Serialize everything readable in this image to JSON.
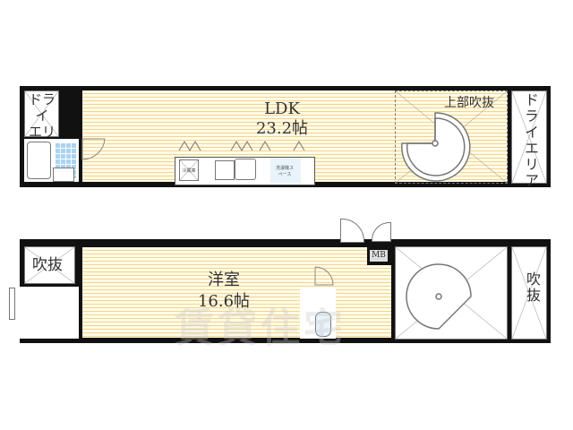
{
  "upper_floor": {
    "ldk": {
      "name": "LDK",
      "area": "23.2帖"
    },
    "dry_area_left": "ドライ\nエリア",
    "dry_area_left_lines": [
      "ドライ",
      "エリア"
    ],
    "dry_area_right": "ドライエリア",
    "stair_void": "上部吹抜",
    "fridge": "冷蔵庫",
    "washer": "洗濯機スペース"
  },
  "lower_floor": {
    "western_room": {
      "name": "洋室",
      "area": "16.6帖"
    },
    "void_left": "吹抜",
    "void_right": "吹抜",
    "meter_box": "MB"
  },
  "watermark": "賃貸住宅"
}
